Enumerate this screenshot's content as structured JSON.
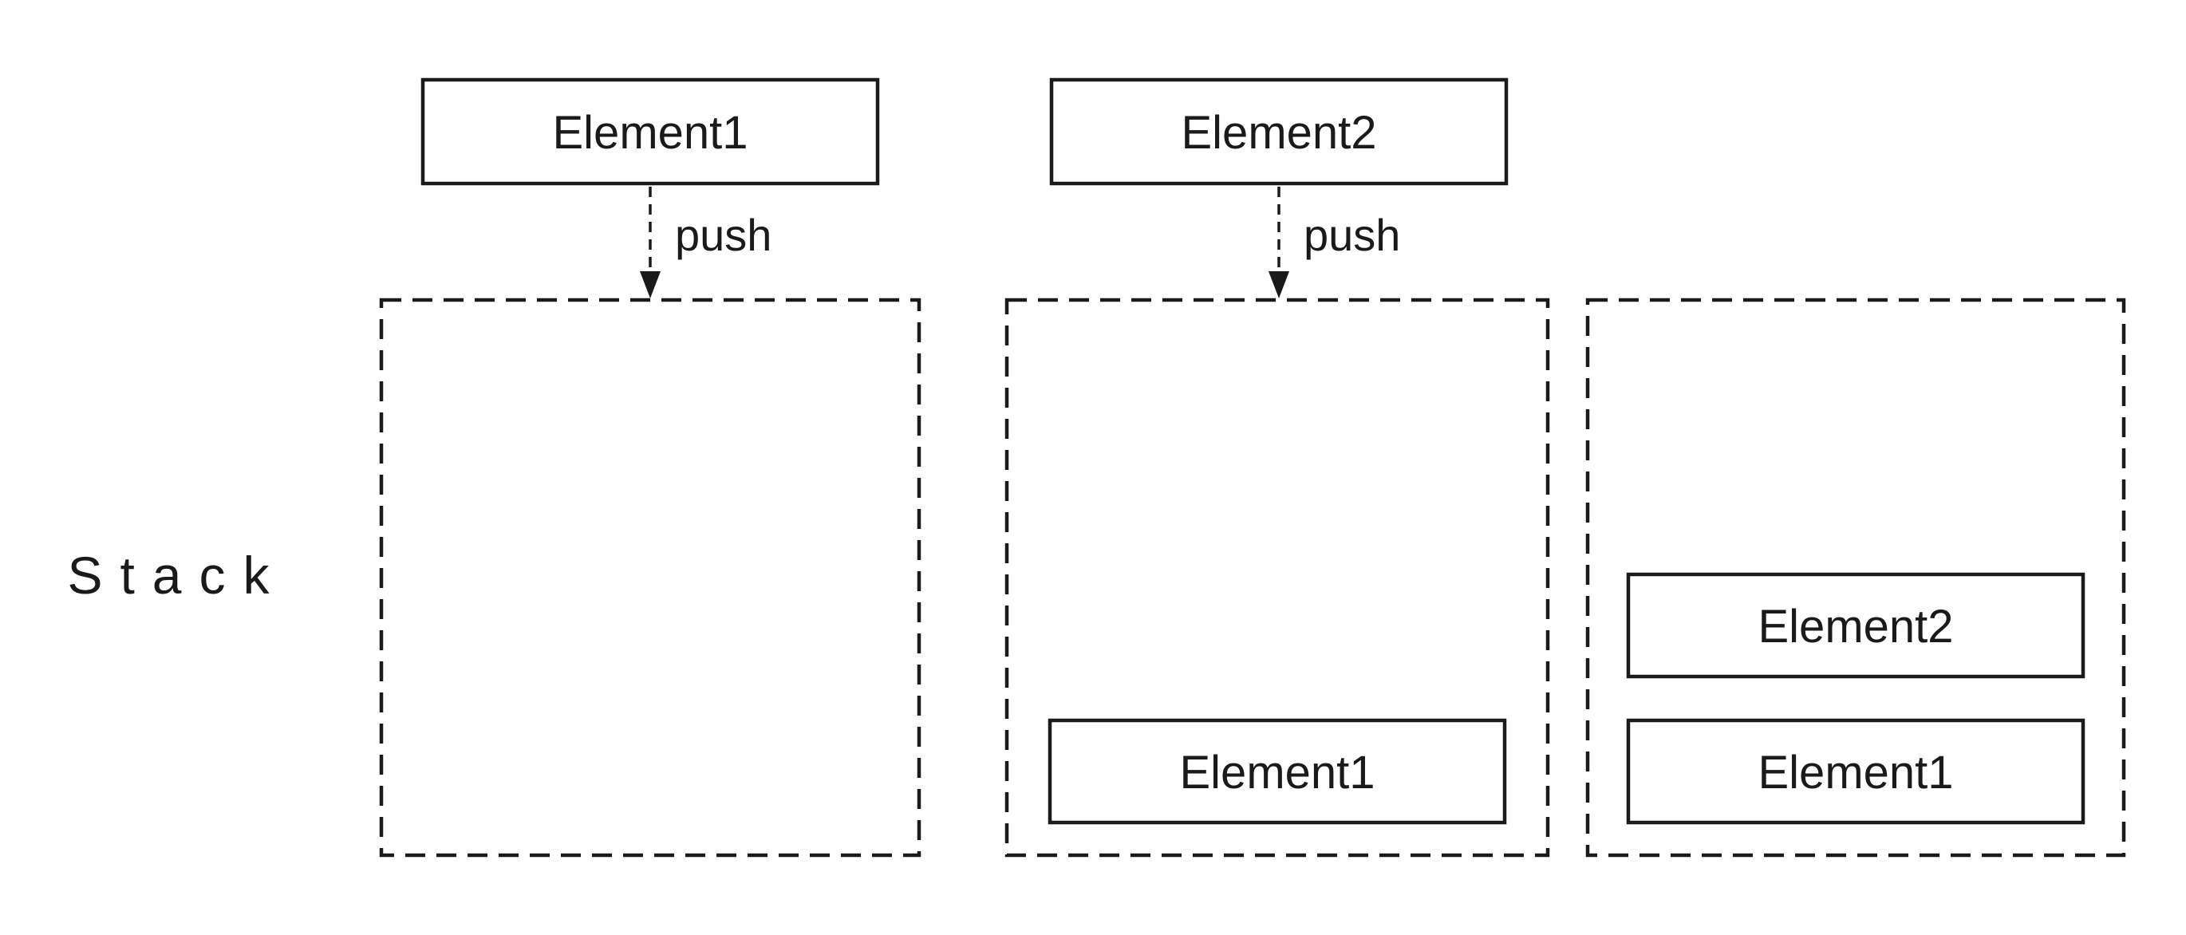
{
  "diagram": {
    "side_label": "Stack",
    "colors": {
      "background": "#ffffff",
      "stroke": "#1a1a1a",
      "text": "#1a1a1a"
    },
    "sources": [
      {
        "label": "Element1"
      },
      {
        "label": "Element2"
      }
    ],
    "arrows": [
      {
        "label": "push"
      },
      {
        "label": "push"
      }
    ],
    "stacks": [
      {
        "state": "empty",
        "items": []
      },
      {
        "state": "after-first-push",
        "items": [
          {
            "label": "Element1"
          }
        ]
      },
      {
        "state": "after-second-push",
        "items": [
          {
            "label": "Element2"
          },
          {
            "label": "Element1"
          }
        ]
      }
    ]
  }
}
